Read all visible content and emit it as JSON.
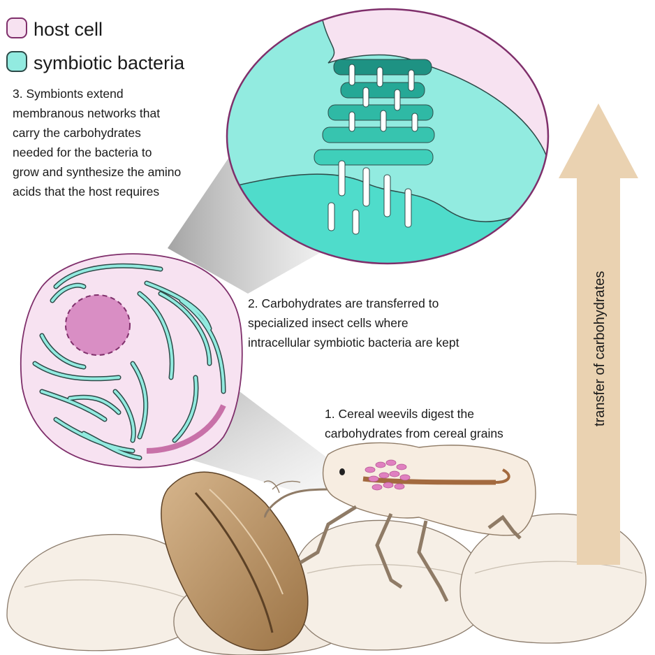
{
  "legend": {
    "host_cell": {
      "label": "host cell",
      "color": "#f7e2f1",
      "stroke": "#7f2f6b"
    },
    "symbiotic_bacteria": {
      "label": "symbiotic bacteria",
      "color": "#92ebe0",
      "stroke": "#2d4a48"
    }
  },
  "captions": {
    "step3": [
      "3. Symbionts extend",
      "membranous networks that",
      "carry the carbohydrates",
      "needed for the bacteria to",
      "grow and synthesize the amino",
      "acids that the host requires"
    ],
    "step2": [
      "2. Carbohydrates are transferred to",
      "specialized insect cells where",
      "intracellular symbiotic bacteria are kept"
    ],
    "step1": [
      "1. Cereal weevils digest the",
      "carbohydrates from cereal grains"
    ]
  },
  "arrow": {
    "label": "transfer of carbohydrates",
    "color": "#ead2b1"
  },
  "colors": {
    "grain_light": "#f6efe6",
    "grain_dark": "#b38a5c",
    "weevil": "#f7ede1",
    "gut": "#a36a3f",
    "bacteriome": "#e080c0",
    "nucleus": "#d98ec4",
    "bacteria_dark": "#1e9283",
    "bacteria_mid": "#3fc9b5"
  }
}
